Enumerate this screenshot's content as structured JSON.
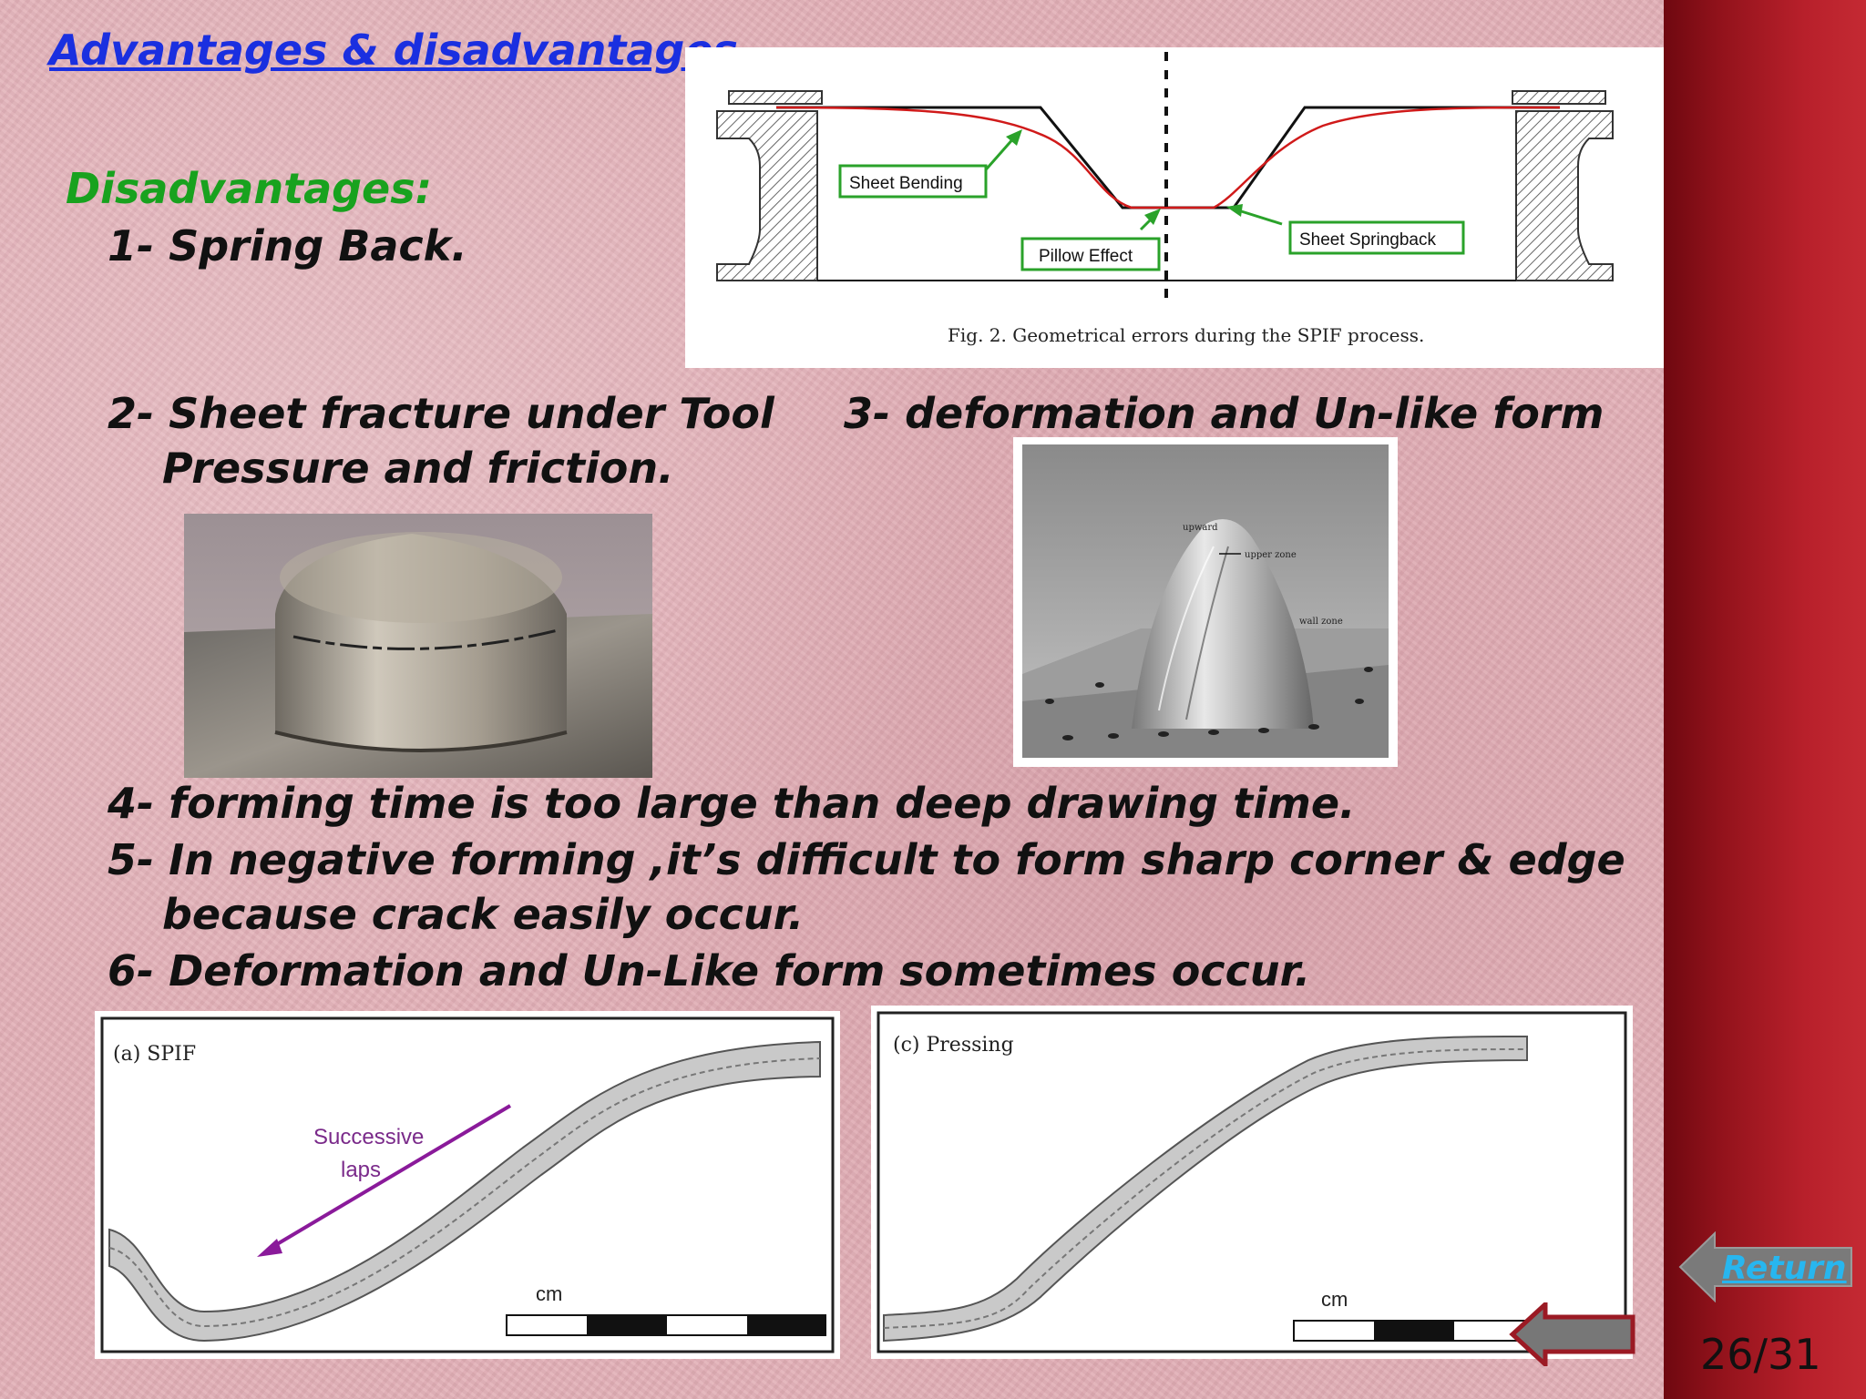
{
  "slide": {
    "heading": "Advantages & disadvantages",
    "subheading": "Disadvantages:",
    "items": {
      "item1": "1- Spring Back.",
      "item2_line1": "2- Sheet fracture under Tool",
      "item2_line2": "Pressure and friction.",
      "item3": "3- deformation and Un-like form",
      "item4": "4- forming time is too large than deep drawing time.",
      "item5_line1": "5- In negative forming ,it’s difficult to form sharp corner & edge",
      "item5_line2": "because crack easily  occur.",
      "item6": "6- Deformation and Un-Like form sometimes occur."
    },
    "figure_top": {
      "labels": {
        "sheet_bending": "Sheet Bending",
        "pillow_effect": "Pillow Effect",
        "sheet_springback": "Sheet Springback"
      },
      "caption": "Fig. 2.  Geometrical errors during the SPIF process."
    },
    "photo_right": {
      "labels": {
        "upward": "upward",
        "upper_zone": "upper zone",
        "wall_zone": "wall zone"
      }
    },
    "figure_spif": {
      "tag": "(a) SPIF",
      "annotation_line1": "Successive",
      "annotation_line2": "laps",
      "scale_unit": "cm"
    },
    "figure_pressing": {
      "tag": "(c) Pressing",
      "scale_unit": "cm"
    }
  },
  "navigation": {
    "return_label": "Return",
    "page_current": "26",
    "page_total": "31"
  },
  "colors": {
    "heading": "#1a2fe0",
    "subheading": "#18a21e",
    "band": "#a0141e",
    "return_text": "#27b6ef"
  },
  "icons": {
    "return": "left-arrow-icon",
    "back": "left-arrow-icon"
  }
}
